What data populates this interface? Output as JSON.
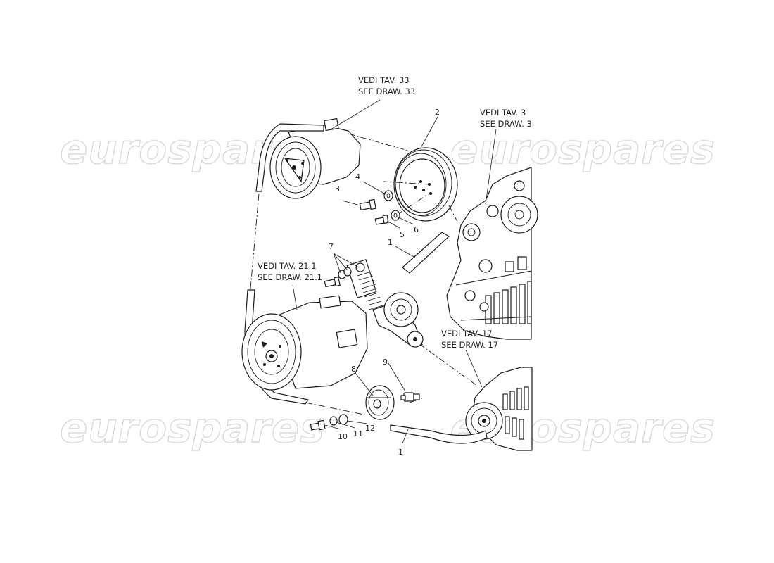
{
  "watermark": {
    "text": "eurospares",
    "color": "#d6d6d6"
  },
  "references": [
    {
      "id": "draw33",
      "line1": "VEDI TAV. 33",
      "line2": "SEE DRAW. 33"
    },
    {
      "id": "draw3",
      "line1": "VEDI TAV. 3",
      "line2": "SEE DRAW. 3"
    },
    {
      "id": "draw21",
      "line1": "VEDI TAV. 21.1",
      "line2": "SEE DRAW. 21.1"
    },
    {
      "id": "draw17",
      "line1": "VEDI TAV. 17",
      "line2": "SEE DRAW. 17"
    }
  ],
  "callouts": {
    "belt_top": "1",
    "belt_bottom": "1",
    "pulley": "2",
    "bolt_3": "3",
    "washer_4": "4",
    "bolt_5": "5",
    "washer_6": "6",
    "tensioner": "7",
    "idler": "8",
    "stud": "9",
    "bolt_10": "10",
    "washer_11": "11",
    "spacer_12": "12"
  }
}
